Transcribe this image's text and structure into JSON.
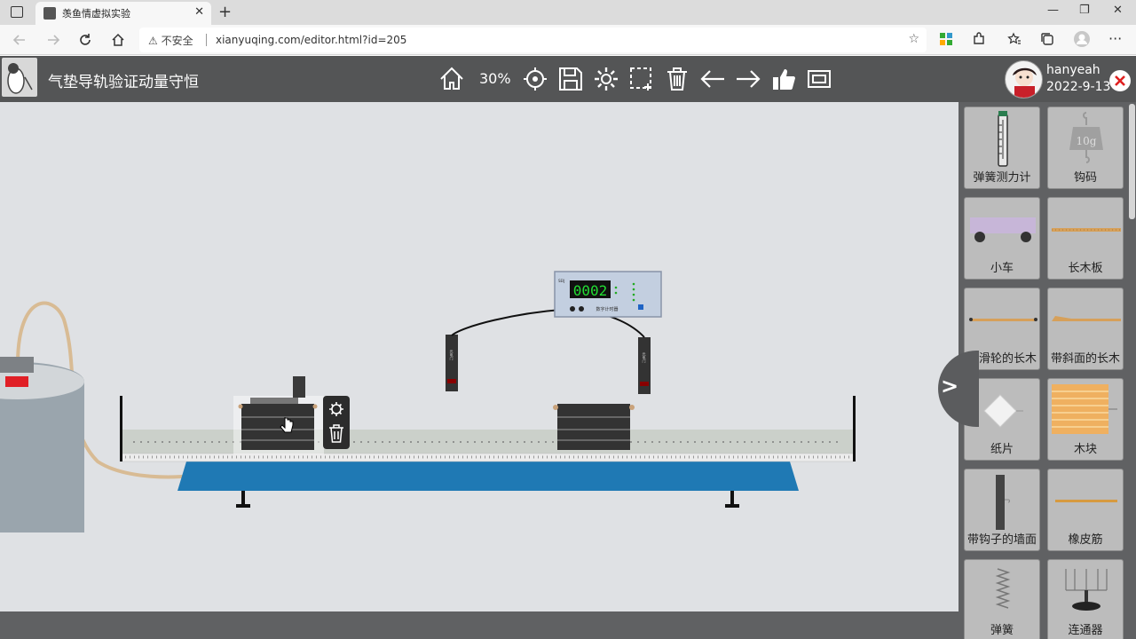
{
  "browser": {
    "tab_title": "羡鱼情虚拟实验",
    "tab_close": "✕",
    "new_tab": "+",
    "url_warning": "不安全",
    "url": "xianyuqing.com/editor.html?id=205",
    "window_minimize": "—",
    "window_maximize": "❐",
    "window_close": "✕"
  },
  "app": {
    "title": "气垫导轨验证动量守恒",
    "zoom": "30%",
    "user": {
      "name": "hanyeah",
      "date": "2022-9-13"
    }
  },
  "timer": {
    "display": "0002",
    "brand": "SEIJ",
    "label": "数字计时器"
  },
  "photogate_label": "光电门",
  "weight_label": "10g",
  "panel": {
    "items": [
      {
        "label": "弹簧测力计",
        "icon": "spring-scale-icon"
      },
      {
        "label": "钩码",
        "icon": "hook-weight-icon"
      },
      {
        "label": "小车",
        "icon": "cart-icon"
      },
      {
        "label": "长木板",
        "icon": "long-board-icon"
      },
      {
        "label": "带滑轮的长木",
        "icon": "pulley-board-icon"
      },
      {
        "label": "带斜面的长木",
        "icon": "ramp-board-icon"
      },
      {
        "label": "纸片",
        "icon": "paper-icon"
      },
      {
        "label": "木块",
        "icon": "wood-block-icon"
      },
      {
        "label": "带钩子的墙面",
        "icon": "hook-wall-icon"
      },
      {
        "label": "橡皮筋",
        "icon": "rubber-band-icon"
      },
      {
        "label": "弹簧",
        "icon": "spring-icon"
      },
      {
        "label": "连通器",
        "icon": "connector-icon"
      }
    ],
    "expand_label": ">"
  },
  "colors": {
    "header_bg": "#545556",
    "canvas_bg": "#dfe1e4",
    "track_blue": "#1f79b4",
    "close_red": "#e02020",
    "timer_green": "#22dd33"
  }
}
